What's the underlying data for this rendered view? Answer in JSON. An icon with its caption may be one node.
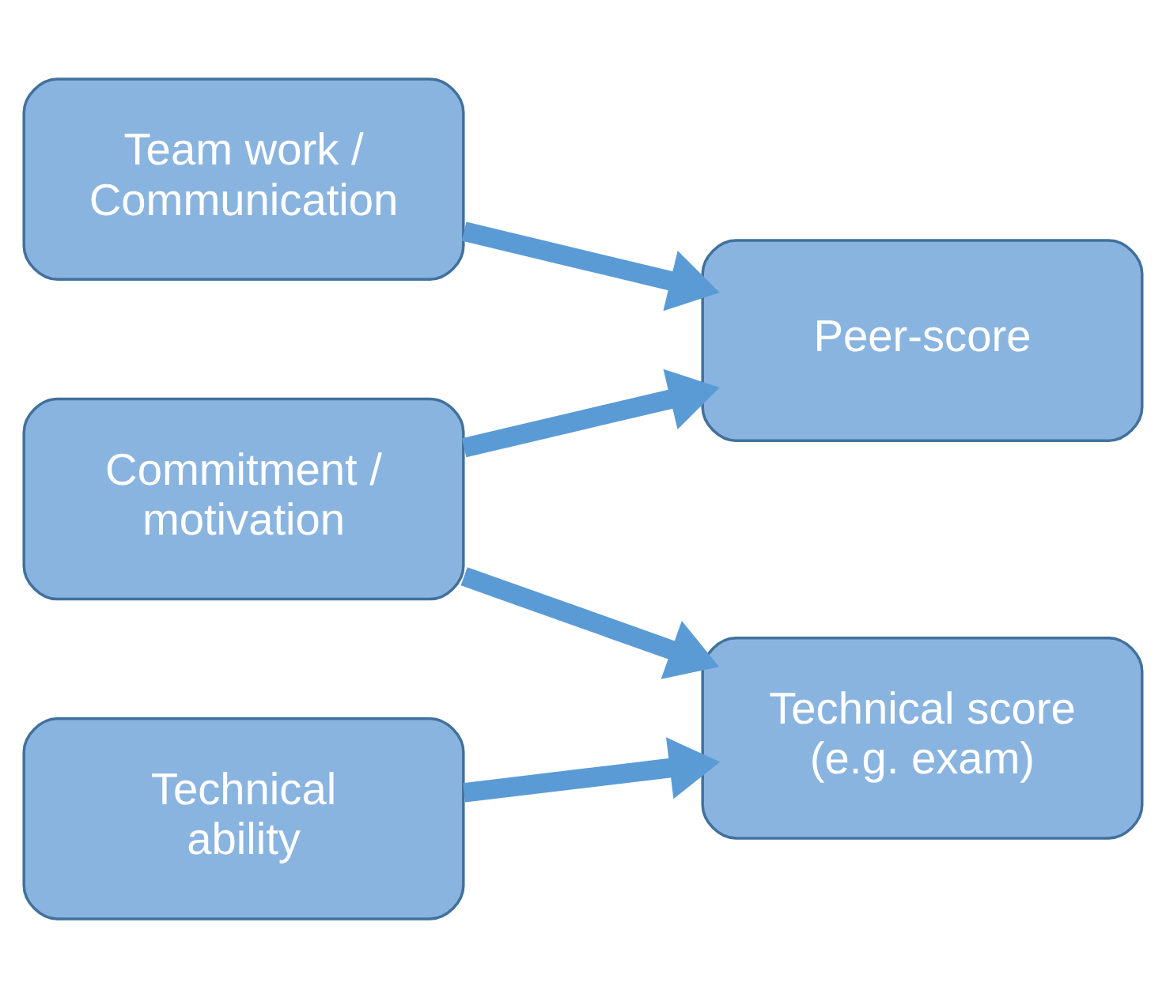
{
  "diagram": {
    "nodes": [
      {
        "text": [
          "Team work / Communication"
        ]
      },
      {
        "text": [
          "Commitment / motivation"
        ]
      },
      {
        "text": [
          "Technical ability"
        ]
      },
      {
        "text": [
          "Peer-score"
        ]
      },
      {
        "text": [
          "Technical score (e.g. exam)"
        ]
      }
    ],
    "edges": [
      {
        "from": 0,
        "to": 3,
        "arrow": "to"
      },
      {
        "from": 1,
        "to": 3,
        "arrow": "to"
      },
      {
        "from": 1,
        "to": 4,
        "arrow": "to"
      },
      {
        "from": 2,
        "to": 4,
        "arrow": "to"
      }
    ]
  }
}
